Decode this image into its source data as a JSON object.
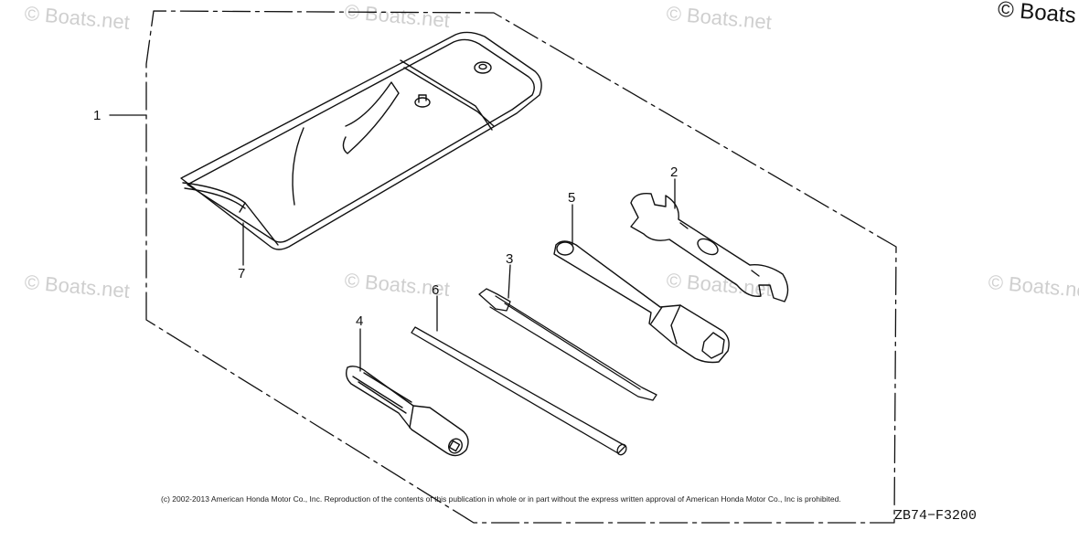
{
  "watermarks": {
    "text": "© Boats.net",
    "corner_text": "© Boats"
  },
  "callouts": {
    "c1": "1",
    "c2": "2",
    "c3": "3",
    "c4": "4",
    "c5": "5",
    "c6": "6",
    "c7": "7"
  },
  "footer": {
    "copyright": "(c) 2002-2013 American Honda Motor Co., Inc. Reproduction of the contents of this publication in whole or in part without the express written approval of American Honda Motor Co., Inc is prohibited.",
    "diagram_id": "ZB74−F3200"
  },
  "colors": {
    "line": "#111111",
    "watermark": "#cfcfcf"
  }
}
